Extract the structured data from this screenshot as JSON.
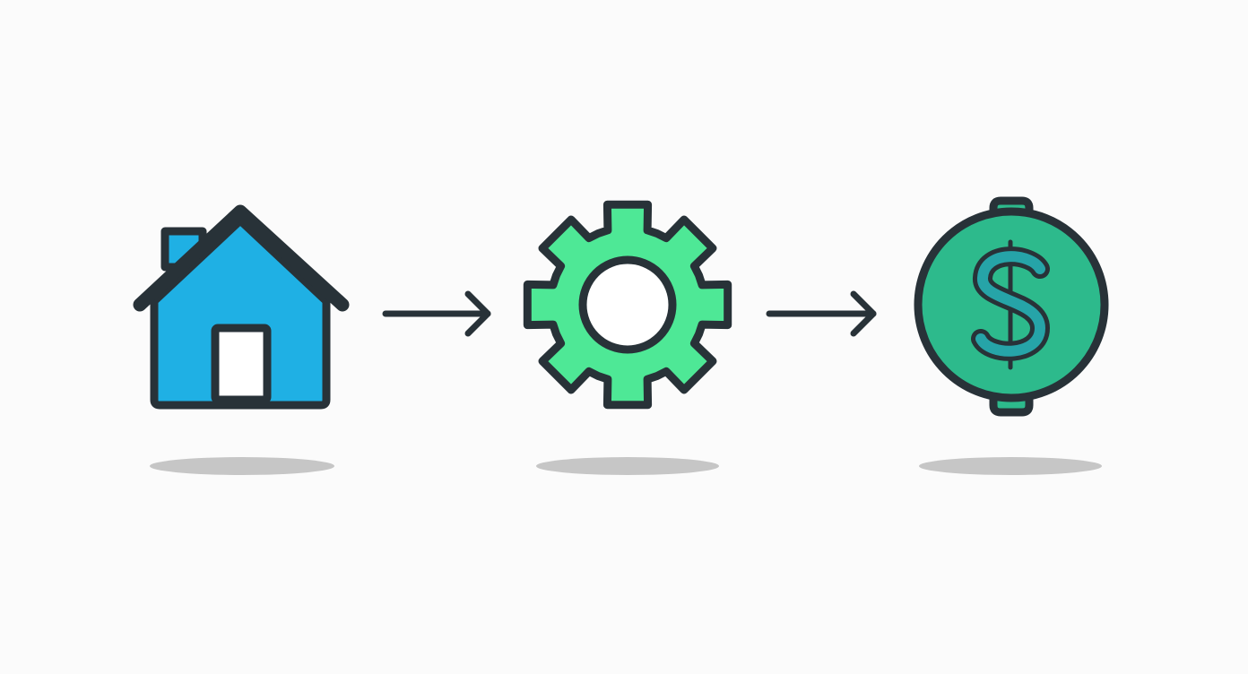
{
  "diagram": {
    "nodes": [
      {
        "id": "home",
        "icon": "house-icon",
        "fill": "#1fb0e4"
      },
      {
        "id": "process",
        "icon": "gear-icon",
        "fill": "#4ee896"
      },
      {
        "id": "money",
        "icon": "dollar-coin-icon",
        "fill": "#2dba8c",
        "symbol_color": "#26a4a8"
      }
    ],
    "edges": [
      {
        "from": "home",
        "to": "process"
      },
      {
        "from": "process",
        "to": "money"
      }
    ],
    "colors": {
      "outline": "#283238",
      "background": "#fbfbfb",
      "shadow": "#c6c6c6",
      "house_door": "#ffffff",
      "gear_hole": "#ffffff"
    }
  }
}
